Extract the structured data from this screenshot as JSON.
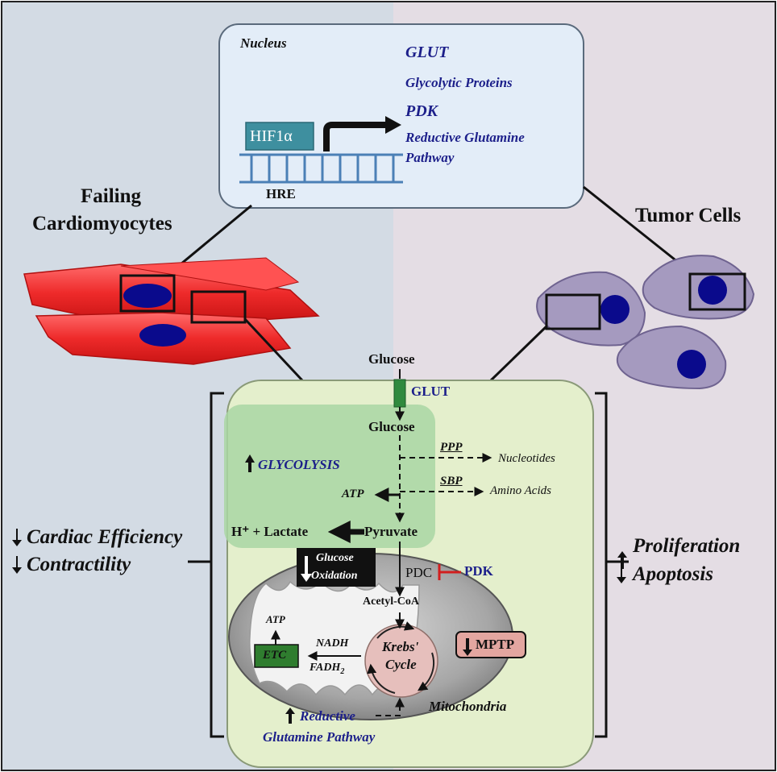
{
  "nucleus": {
    "title": "Nucleus",
    "hif": "HIF1α",
    "hre": "HRE",
    "targets": [
      "GLUT",
      "Glycolytic Proteins",
      "PDK",
      "Reductive Glutamine",
      "Pathway"
    ]
  },
  "left": {
    "title_line1": "Failing",
    "title_line2": "Cardiomyocytes",
    "effect1": "Cardiac Efficiency",
    "effect2": "Contractility"
  },
  "right": {
    "title": "Tumor Cells",
    "effect1": "Proliferation",
    "effect2": "Apoptosis"
  },
  "cell": {
    "glucose_out": "Glucose",
    "glut": "GLUT",
    "glucose_in": "Glucose",
    "glycolysis": "GLYCOLYSIS",
    "ppp": "PPP",
    "nucleotides": "Nucleotides",
    "sbp": "SBP",
    "amino_acids": "Amino Acids",
    "atp": "ATP",
    "lactate": "H⁺ + Lactate",
    "pyruvate": "Pyruvate",
    "glucose_ox1": "Glucose",
    "glucose_ox2": "Oxidation",
    "pdc": "PDC",
    "pdk": "PDK",
    "acetyl": "Acetyl-CoA",
    "krebs1": "Krebs'",
    "krebs2": "Cycle",
    "mptp": "MPTP",
    "etc": "ETC",
    "mito_atp": "ATP",
    "nadh": "NADH",
    "fadh": "FADH",
    "fadh_sub": "2",
    "mitochondria": "Mitochondria",
    "reductive1": "Reductive",
    "reductive2": "Glutamine Pathway"
  },
  "colors": {
    "left_bg": "#d3dbe4",
    "right_bg": "#e4dde4",
    "nucleus_box": "#e3edf8",
    "cell_bg": "#e4efcc",
    "glycolysis_zone": "#a9d6a3",
    "cardiomyocyte": "#ee2a2a",
    "tumor_cell": "#a59abf",
    "nucleus_dot": "#0a0a8c",
    "target_text": "#1c1f8a",
    "etc_box": "#2f7d2f",
    "mptp_box": "#e3a6a0"
  }
}
